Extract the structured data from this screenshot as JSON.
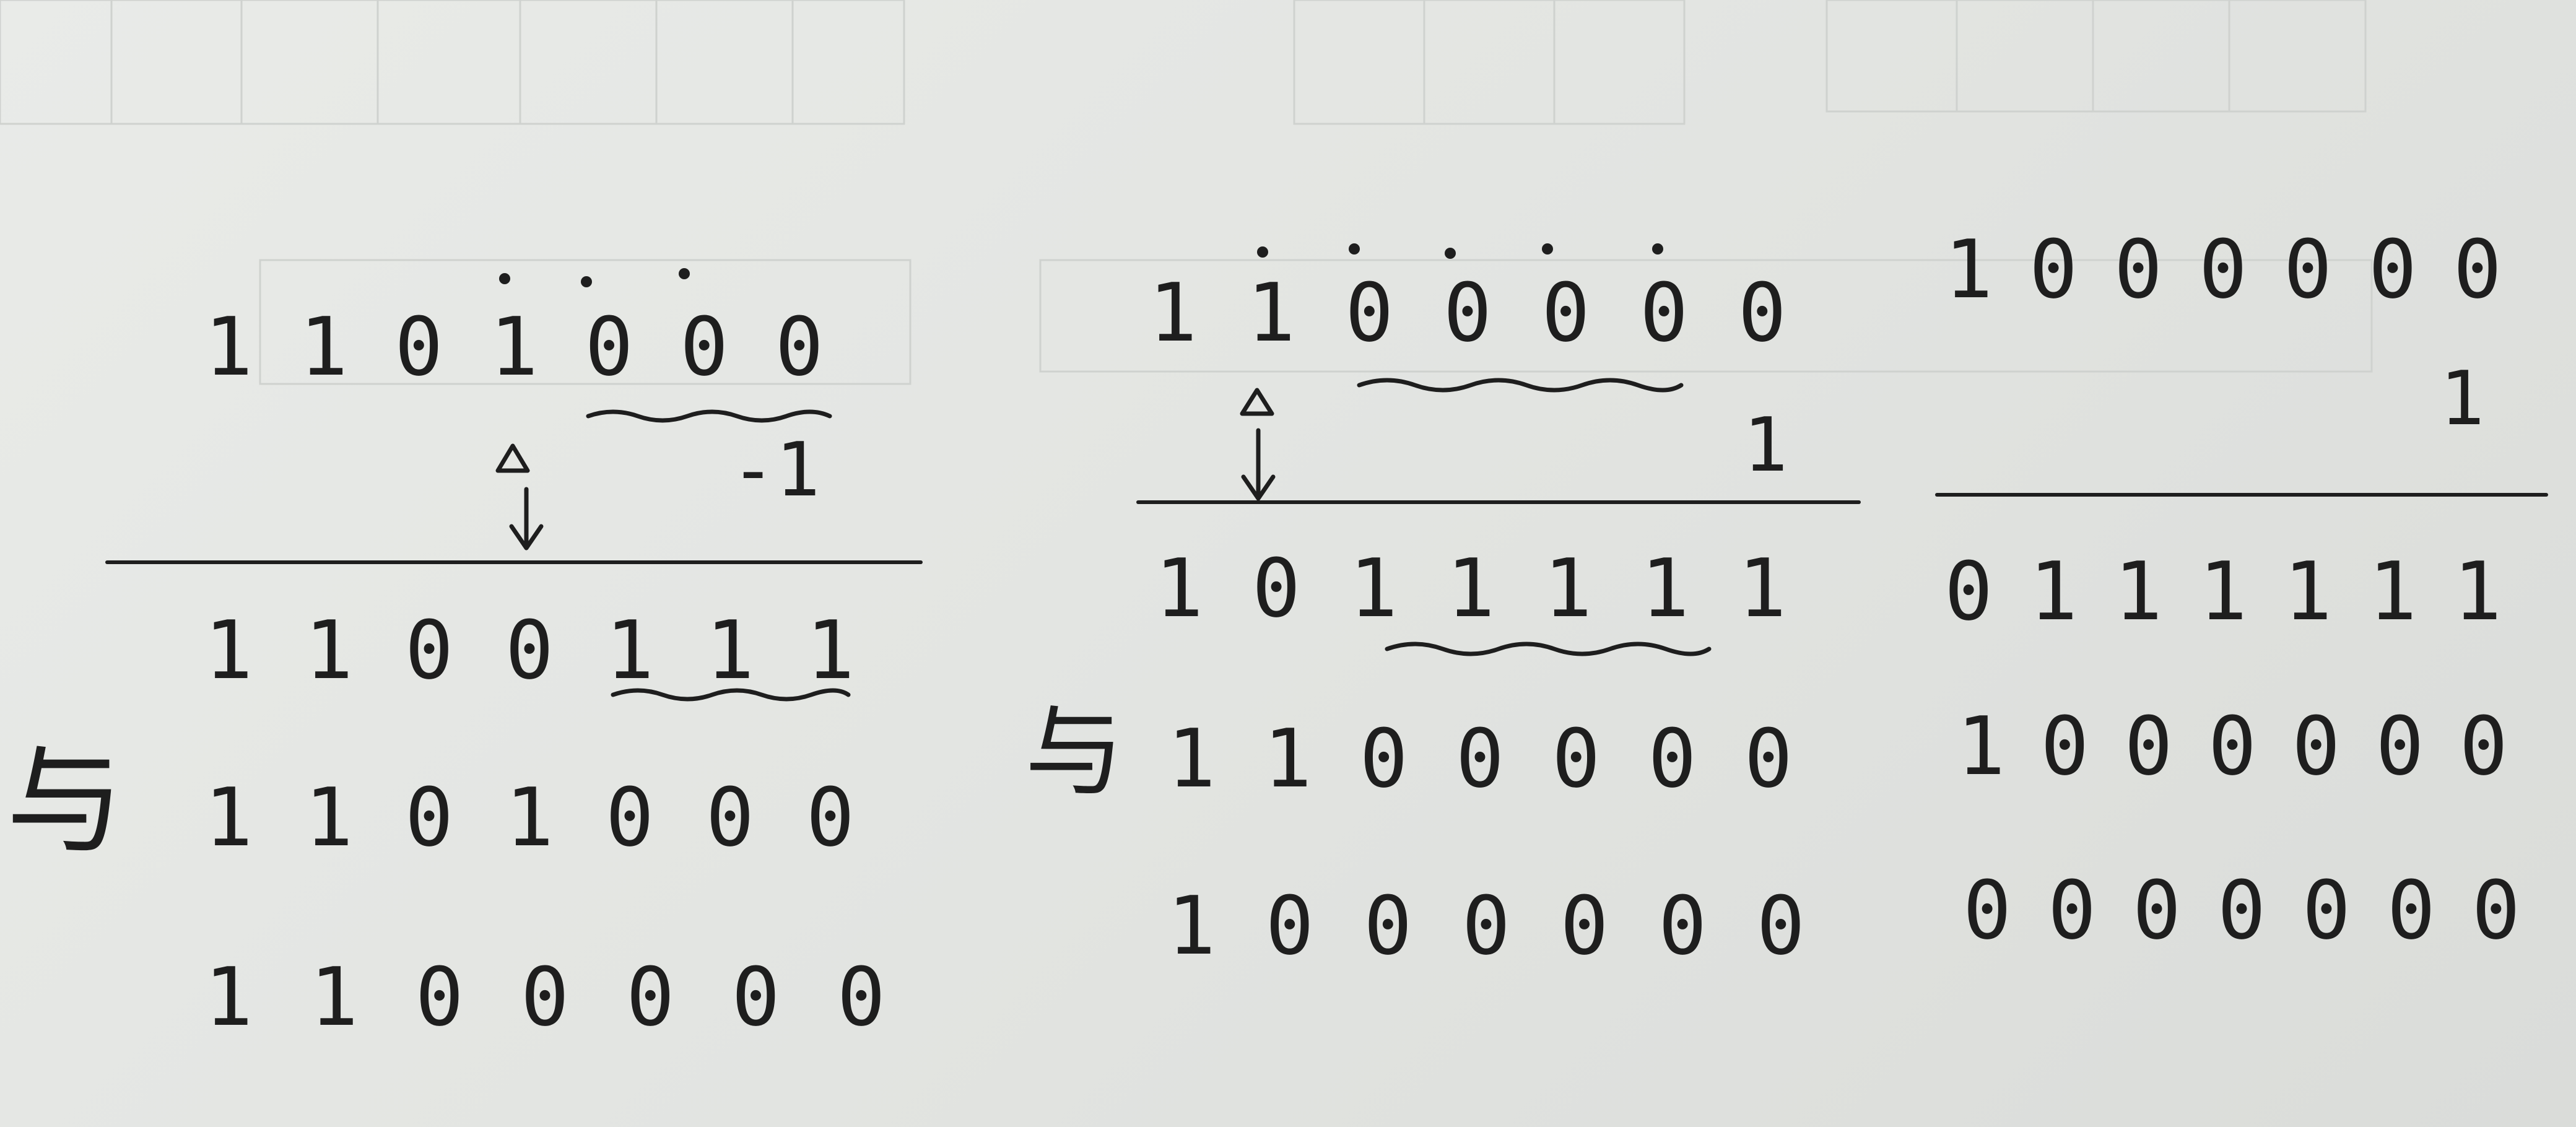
{
  "left": {
    "rows": [
      [
        "1",
        "1",
        "0",
        "1",
        "0",
        "0",
        "0"
      ],
      [
        "1",
        "1",
        "0",
        "0",
        "1",
        "1",
        "1"
      ],
      [
        "1",
        "1",
        "0",
        "1",
        "0",
        "0",
        "0"
      ],
      [
        "1",
        "1",
        "0",
        "0",
        "0",
        "0",
        "0"
      ]
    ],
    "subtrahend": "-1",
    "label": "与"
  },
  "middle": {
    "rows": [
      [
        "1",
        "1",
        "0",
        "0",
        "0",
        "0",
        "0"
      ],
      [
        "1",
        "0",
        "1",
        "1",
        "1",
        "1",
        "1"
      ],
      [
        "1",
        "1",
        "0",
        "0",
        "0",
        "0",
        "0"
      ],
      [
        "1",
        "0",
        "0",
        "0",
        "0",
        "0",
        "0"
      ]
    ],
    "subtrahend": "1",
    "label": "与"
  },
  "right": {
    "rows": [
      [
        "1",
        "0",
        "0",
        "0",
        "0",
        "0",
        "0"
      ],
      [
        "0",
        "1",
        "1",
        "1",
        "1",
        "1",
        "1"
      ],
      [
        "1",
        "0",
        "0",
        "0",
        "0",
        "0",
        "0"
      ],
      [
        "0",
        "0",
        "0",
        "0",
        "0",
        "0",
        "0"
      ]
    ],
    "subtrahend": "1"
  }
}
